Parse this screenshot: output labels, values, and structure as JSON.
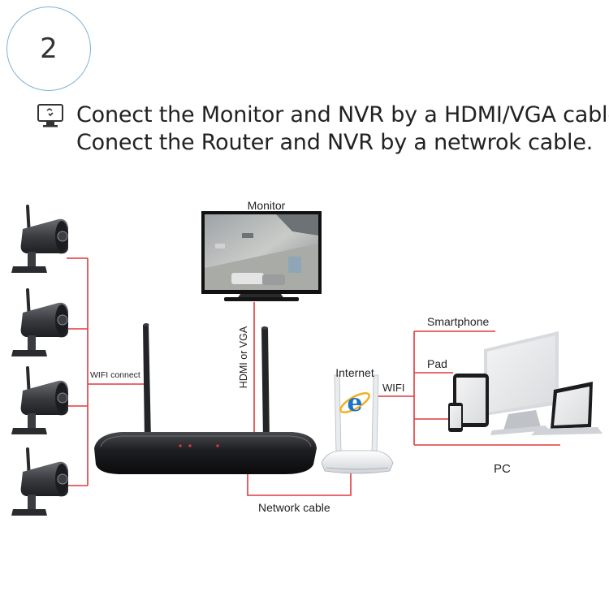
{
  "step": {
    "number": "2"
  },
  "instructions": [
    "Conect the Monitor and NVR by a HDMI/VGA cable.",
    "Conect the Router and NVR by a netwrok cable."
  ],
  "labels": {
    "monitor": "Monitor",
    "hdmi_vga": "HDMI or VGA",
    "wifi_connect": "WIFI connect",
    "internet": "Internet",
    "wifi": "WIFI",
    "smartphone": "Smartphone",
    "pad": "Pad",
    "pc": "PC",
    "network_cable": "Network cable"
  },
  "colors": {
    "cable": "#e0393e",
    "step_circle": "#7fb3d5",
    "ie_logo": "#1a73c8"
  },
  "icons": [
    "monitor-icon",
    "ip-camera-icon",
    "nvr-icon",
    "router-icon",
    "internet-explorer-icon",
    "smartphone-icon",
    "tablet-icon",
    "laptop-icon",
    "desktop-pc-icon"
  ]
}
